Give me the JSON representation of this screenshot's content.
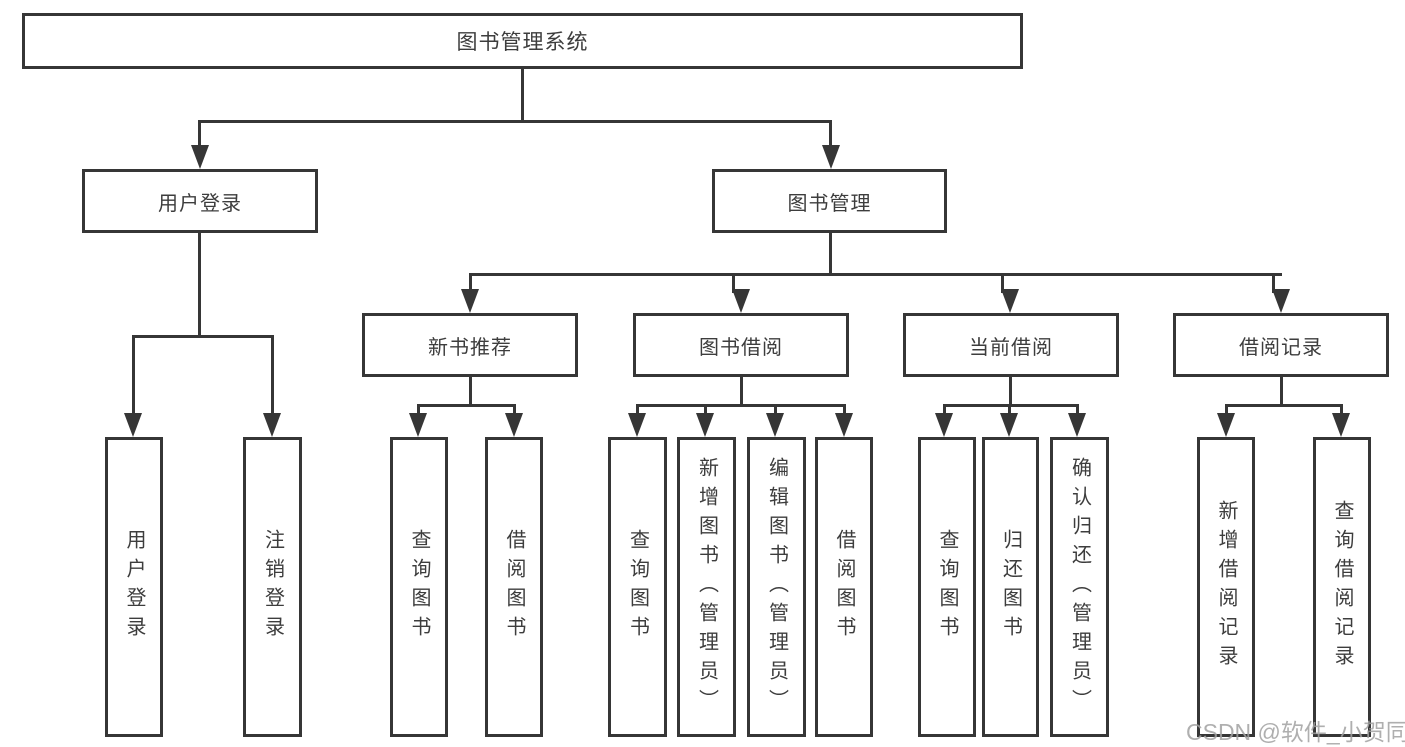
{
  "diagram": {
    "title": "图书管理系统",
    "root": {
      "label": "图书管理系统"
    },
    "level2": {
      "user_login": {
        "label": "用户登录"
      },
      "book_mgmt": {
        "label": "图书管理"
      }
    },
    "level3": {
      "new_book_rec": {
        "label": "新书推荐"
      },
      "book_borrow": {
        "label": "图书借阅"
      },
      "current_borrow": {
        "label": "当前借阅"
      },
      "borrow_records": {
        "label": "借阅记录"
      }
    },
    "leaves": {
      "user_login": {
        "label": "用户登录",
        "parent": "用户登录"
      },
      "logout": {
        "label": "注销登录",
        "parent": "用户登录"
      },
      "query_books_1": {
        "label": "查询图书",
        "parent": "新书推荐"
      },
      "borrow_books_1": {
        "label": "借阅图书",
        "parent": "新书推荐"
      },
      "query_books_2": {
        "label": "查询图书",
        "parent": "图书借阅"
      },
      "add_books_admin": {
        "label": "新增图书（管理员）",
        "parent": "图书借阅"
      },
      "edit_books_admin": {
        "label": "编辑图书（管理员）",
        "parent": "图书借阅"
      },
      "borrow_books_2": {
        "label": "借阅图书",
        "parent": "图书借阅"
      },
      "query_books_3": {
        "label": "查询图书",
        "parent": "当前借阅"
      },
      "return_books": {
        "label": "归还图书",
        "parent": "当前借阅"
      },
      "confirm_return_admin": {
        "label": "确认归还（管理员）",
        "parent": "当前借阅"
      },
      "add_borrow_record": {
        "label": "新增借阅记录",
        "parent": "借阅记录"
      },
      "query_borrow_record": {
        "label": "查询借阅记录",
        "parent": "借阅记录"
      }
    }
  },
  "watermark": {
    "text": "CSDN @软件_小贺同学"
  },
  "colors": {
    "line": "#363636",
    "node_text": "#3d3d3d",
    "node_bg": "#ffffff",
    "watermark_text": "#a2a2a2"
  }
}
